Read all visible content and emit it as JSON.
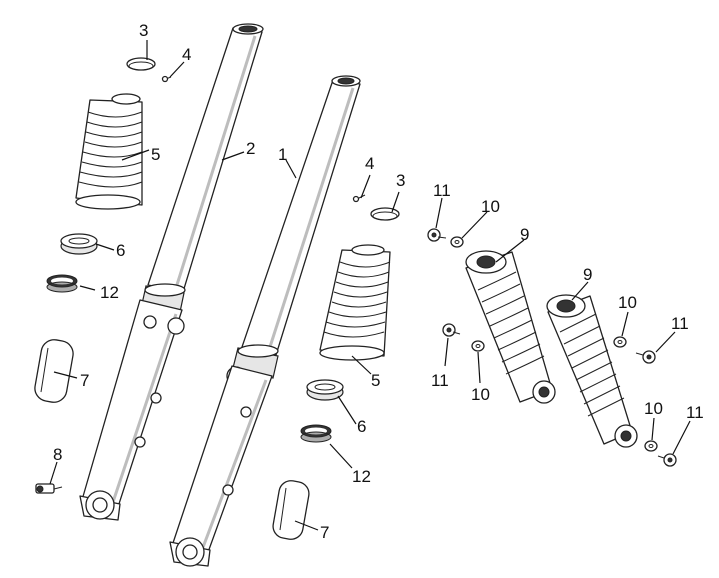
{
  "callouts": {
    "c1": "1",
    "c2": "2",
    "c3a": "3",
    "c3b": "3",
    "c4a": "4",
    "c4b": "4",
    "c5a": "5",
    "c5b": "5",
    "c6a": "6",
    "c6b": "6",
    "c7a": "7",
    "c7b": "7",
    "c8": "8",
    "c9a": "9",
    "c9b": "9",
    "c10a": "10",
    "c10b": "10",
    "c10c": "10",
    "c10d": "10",
    "c11a": "11",
    "c11b": "11",
    "c11c": "11",
    "c11d": "11",
    "c12a": "12",
    "c12b": "12"
  }
}
